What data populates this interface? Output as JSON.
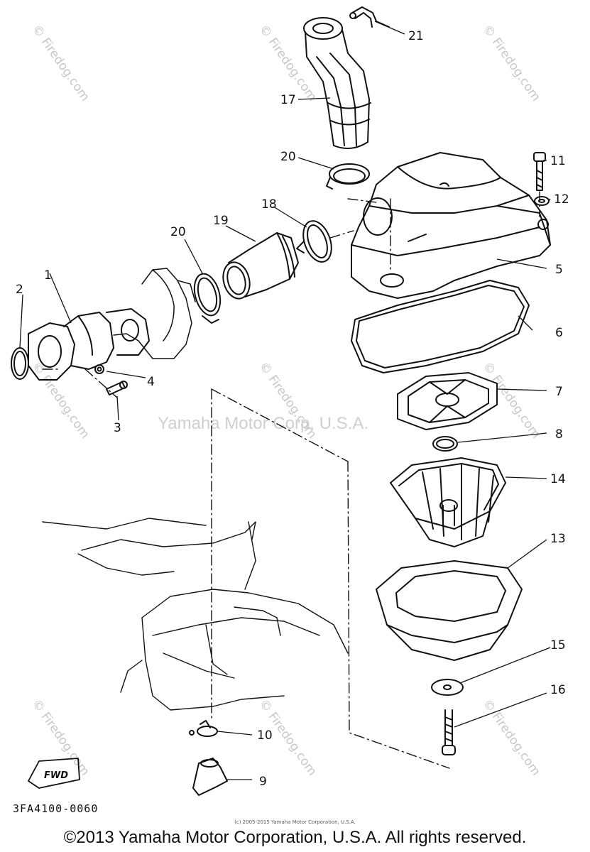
{
  "watermark": {
    "site_text": "© Firedog.com",
    "center_text": "Yamaha Motor Corp, U.S.A."
  },
  "callouts": [
    "1",
    "2",
    "3",
    "4",
    "5",
    "6",
    "7",
    "8",
    "9",
    "10",
    "11",
    "12",
    "13",
    "14",
    "15",
    "16",
    "17",
    "18",
    "19",
    "20",
    "20",
    "21"
  ],
  "fwd_label": "FWD",
  "drawing_code": "3FA4100-0060",
  "small_copyright": "(c) 2005-2015 Yamaha Motor Corporation, U.S.A.",
  "footer_copyright": "©2013 Yamaha Motor Corporation, U.S.A. All rights reserved."
}
